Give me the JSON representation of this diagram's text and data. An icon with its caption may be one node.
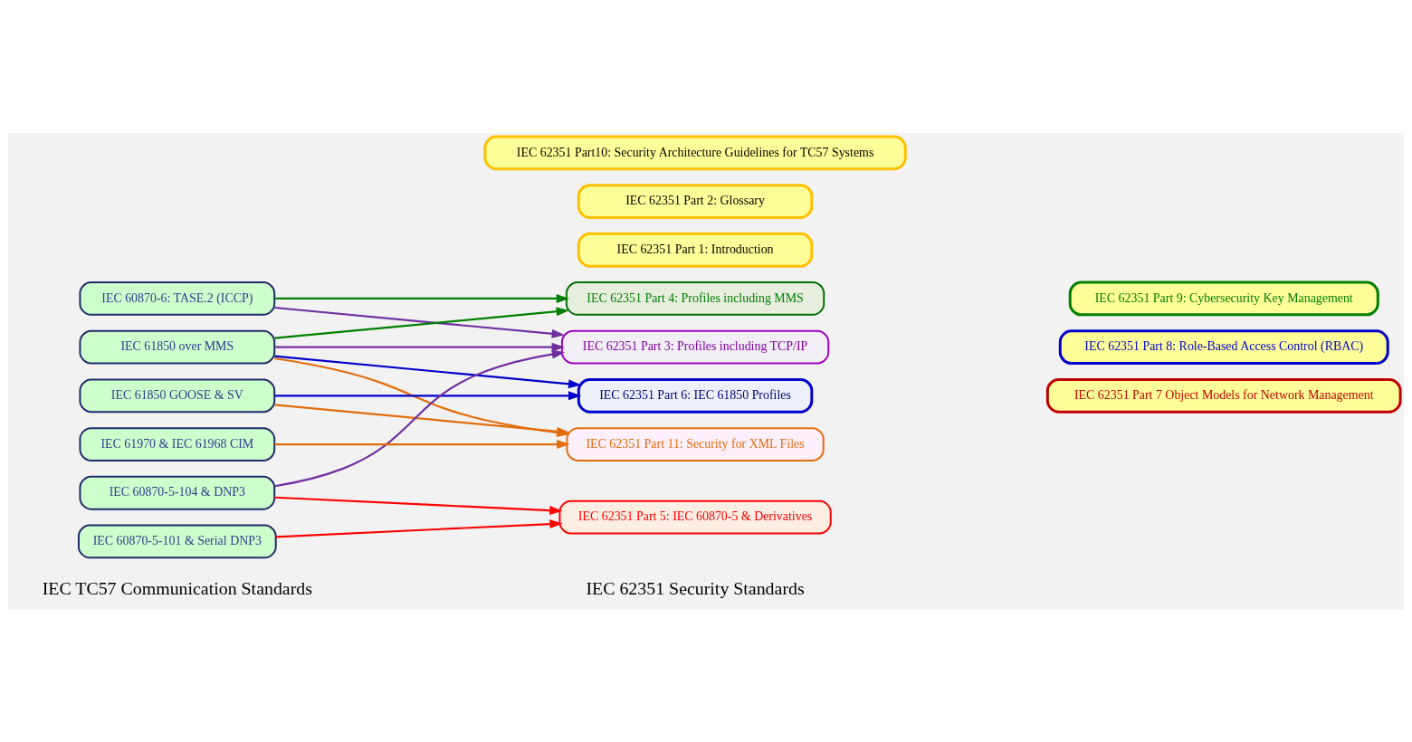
{
  "diagram": {
    "nodes": [
      {
        "text": [
          "IEC 60870-6: TASE.2 (ICCP)"
        ]
      },
      {
        "text": [
          "IEC 61850 over MMS"
        ]
      },
      {
        "text": [
          "IEC 61850 GOOSE & SV"
        ]
      },
      {
        "text": [
          "IEC 60870-5-104 & DNP3"
        ]
      },
      {
        "text": [
          "IEC 60870-5-101 & Serial DNP3"
        ]
      },
      {
        "text": [
          "IEC 61970 & IEC 61968 CIM"
        ]
      },
      {
        "text": [
          "IEC 62351 Part 1: Introduction"
        ]
      },
      {
        "text": [
          "IEC 62351 Part 2: Glossary"
        ]
      },
      {
        "text": [
          "IEC 62351 Part 3: Profiles including TCP/IP"
        ]
      },
      {
        "text": [
          "IEC 62351 Part 4: Profiles including MMS"
        ]
      },
      {
        "text": [
          "IEC 62351 Part 5: IEC 60870-5 & Derivatives"
        ]
      },
      {
        "text": [
          "IEC 62351 Part 6: IEC 61850 Profiles"
        ]
      },
      {
        "text": [
          "IEC 62351 Part 11: Security for XML Files"
        ]
      },
      {
        "text": [
          "IEC 62351 Part 7 Object Models for Network Management"
        ]
      },
      {
        "text": [
          "IEC 62351 Part 8: Role-Based Access Control (RBAC)"
        ]
      },
      {
        "text": [
          "IEC 62351 Part 9: Cybersecurity Key Management"
        ]
      },
      {
        "text": [
          "IEC 62351 Part10: Security Architecture Guidelines for TC57 Systems"
        ]
      }
    ],
    "edges": [
      {
        "from": 0,
        "to": 8,
        "arrow": "to",
        "color": "#7030a0"
      },
      {
        "from": 0,
        "to": 9,
        "arrow": "to",
        "color": "#008000"
      },
      {
        "from": 1,
        "to": 8,
        "arrow": "to",
        "color": "#7030a0"
      },
      {
        "from": 1,
        "to": 9,
        "arrow": "to",
        "color": "#008000"
      },
      {
        "from": 1,
        "to": 11,
        "arrow": "to",
        "color": "#0000cc"
      },
      {
        "from": 1,
        "to": 12,
        "arrow": "to",
        "color": "#e36c0a"
      },
      {
        "from": 2,
        "to": 11,
        "arrow": "to",
        "color": "#0000cc"
      },
      {
        "from": 2,
        "to": 12,
        "arrow": "to",
        "color": "#e36c0a"
      },
      {
        "from": 3,
        "to": 8,
        "arrow": "to",
        "color": "#7030a0"
      },
      {
        "from": 3,
        "to": 10,
        "arrow": "to",
        "color": "#ff0000"
      },
      {
        "from": 4,
        "to": 10,
        "arrow": "to",
        "color": "#ff0000"
      },
      {
        "from": 5,
        "to": 12,
        "arrow": "to",
        "color": "#e36c0a"
      }
    ],
    "labels": [
      "IEC TC57 Communication Standards",
      "IEC 62351 Security Standards"
    ]
  }
}
